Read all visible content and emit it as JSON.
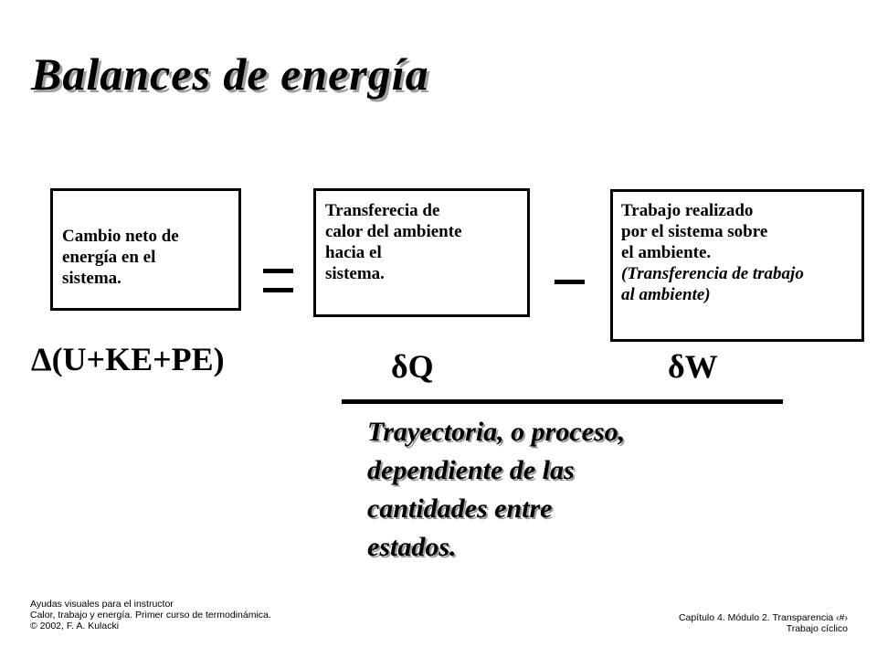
{
  "slide": {
    "title": "Balances de energía",
    "box_left": [
      "Cambio neto de",
      "energía en el",
      "sistema."
    ],
    "box_middle": [
      "Transferecia de",
      "calor del ambiente",
      "hacia el",
      "sistema."
    ],
    "box_right": [
      "Trabajo realizado",
      "por el sistema sobre",
      "el ambiente."
    ],
    "box_right_italic": [
      "(Transferencia de trabajo",
      "al ambiente)"
    ],
    "symbol_left": "Δ(U+KE+PE)",
    "symbol_middle": "δQ",
    "symbol_right": "δW",
    "note": [
      "Trayectoria, o proceso,",
      "dependiente de las",
      "cantidades entre",
      "estados."
    ]
  },
  "footer": {
    "left": [
      "Ayudas visuales para el instructor",
      "Calor, trabajo y energía. Primer curso de termodinámica.",
      "© 2002, F. A. Kulacki"
    ],
    "right": [
      "Capítulo 4. Módulo 2. Transparencia ‹#›",
      "Trabajo cíclico"
    ]
  }
}
